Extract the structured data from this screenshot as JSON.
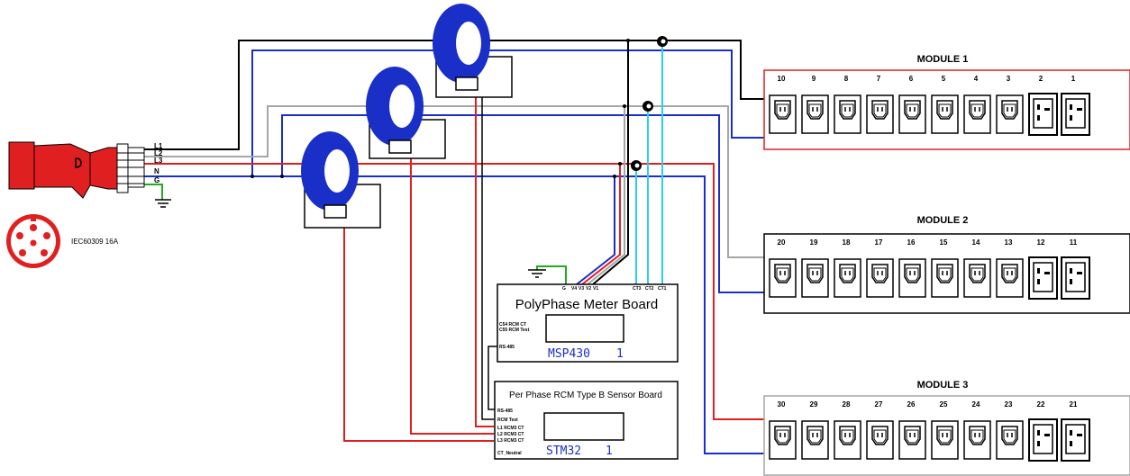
{
  "plug": {
    "lines": [
      "L1",
      "L2",
      "L3",
      "N",
      "G"
    ],
    "label": "IEC60309 16A"
  },
  "meter_board": {
    "title": "PolyPhase Meter Board",
    "mcu": "MSP430",
    "num": "1",
    "pins_top_left": [
      "G",
      "V4",
      "V3",
      "V2",
      "V1"
    ],
    "pins_top_right": [
      "CT3",
      "CT2",
      "CT1"
    ],
    "side_labels": [
      "C54 RCM CT",
      "C55 RCM Test",
      "RS-485"
    ]
  },
  "rcm_board": {
    "title": "Per Phase RCM Type B Sensor Board",
    "mcu": "STM32",
    "num": "1",
    "side_labels": [
      "RS-485",
      "RCM Test",
      "L1 RCM3 CT",
      "L2 RCM3 CT",
      "L3 RCM3 CT",
      "CT_Neutral"
    ]
  },
  "modules": [
    {
      "title": "MODULE 1",
      "outlets": [
        "10",
        "9",
        "8",
        "7",
        "6",
        "5",
        "4",
        "3",
        "2",
        "1"
      ]
    },
    {
      "title": "MODULE 2",
      "outlets": [
        "20",
        "19",
        "18",
        "17",
        "16",
        "15",
        "14",
        "13",
        "12",
        "11"
      ]
    },
    {
      "title": "MODULE 3",
      "outlets": [
        "30",
        "29",
        "28",
        "27",
        "26",
        "25",
        "24",
        "23",
        "22",
        "21"
      ]
    }
  ],
  "colors": {
    "L1": "#000000",
    "L2": "#a6a6a6",
    "L3": "#e02020",
    "N": "#1a2ec8",
    "G": "#22aa22",
    "CT": "#2ad0e8",
    "ring": "#1a2ec8",
    "module1_border": "#e02020"
  }
}
